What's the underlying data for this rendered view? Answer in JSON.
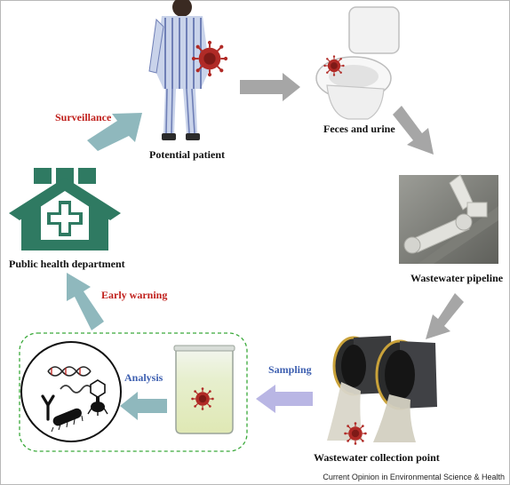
{
  "nodes": {
    "patient": "Potential patient",
    "toilet": "Feces and urine",
    "pipeline": "Wastewater pipeline",
    "collection": "Wastewater collection point",
    "health_dept": "Public health department"
  },
  "arrows": {
    "surveillance": "Surveillance",
    "early_warning": "Early warning",
    "sampling": "Sampling",
    "analysis": "Analysis"
  },
  "credit": "Current Opinion in Environmental Science & Health",
  "colors": {
    "gray_arrow": "#a6a6a6",
    "teal_arrow": "#8fb8bd",
    "lavender_arrow": "#b9b6e4",
    "health_green": "#2f7a62",
    "virus": "#b02a26",
    "dashed_box": "#3aa93a",
    "red_text": "#c0201c",
    "blue_text": "#3d5fb0"
  }
}
